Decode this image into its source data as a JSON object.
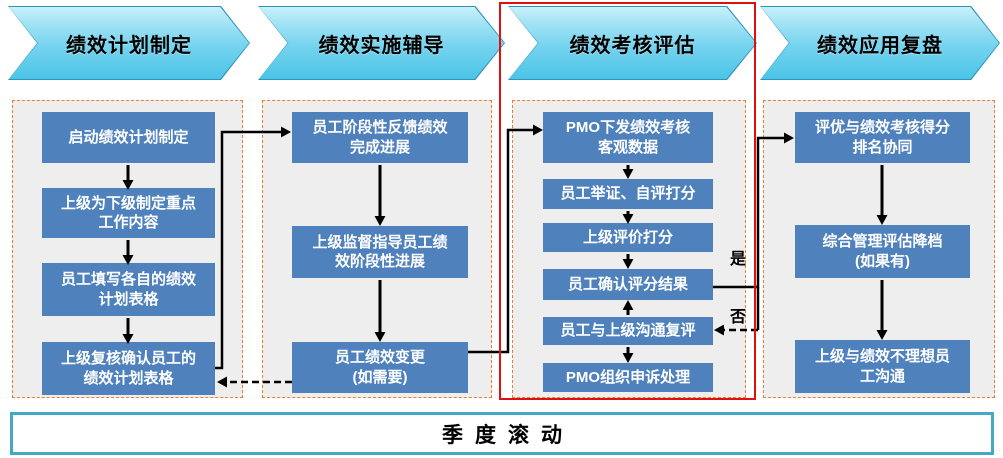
{
  "phases": [
    {
      "label": "绩效计划制定",
      "steps": [
        "启动绩效计划制定",
        "上级为下级制定重点\n工作内容",
        "员工填写各自的绩效\n计划表格",
        "上级复核确认员工的\n绩效计划表格"
      ]
    },
    {
      "label": "绩效实施辅导",
      "steps": [
        "员工阶段性反馈绩效\n完成进展",
        "上级监督指导员工绩\n效阶段性进展",
        "员工绩效变更\n(如需要)"
      ]
    },
    {
      "label": "绩效考核评估",
      "highlighted": true,
      "steps": [
        "PMO下发绩效考核\n客观数据",
        "员工举证、自评打分",
        "上级评价打分",
        "员工确认评分结果",
        "员工与上级沟通复评",
        "PMO组织申诉处理"
      ]
    },
    {
      "label": "绩效应用复盘",
      "steps": [
        "评优与绩效考核得分\n排名协同",
        "综合管理评估降档\n(如果有)",
        "上级与绩效不理想员\n工沟通"
      ]
    }
  ],
  "decision_labels": {
    "yes": "是",
    "no": "否"
  },
  "footer_banner": "季度滚动",
  "colors": {
    "step_box_blue": "#4F81BD",
    "chevron_cyan": "#7DD4EC",
    "column_border_orange": "#ED7D31",
    "column_bg_gray": "#EEEEEE",
    "highlight_red": "#E01010",
    "banner_teal": "#45A9C5",
    "arrow_black": "#000000"
  }
}
